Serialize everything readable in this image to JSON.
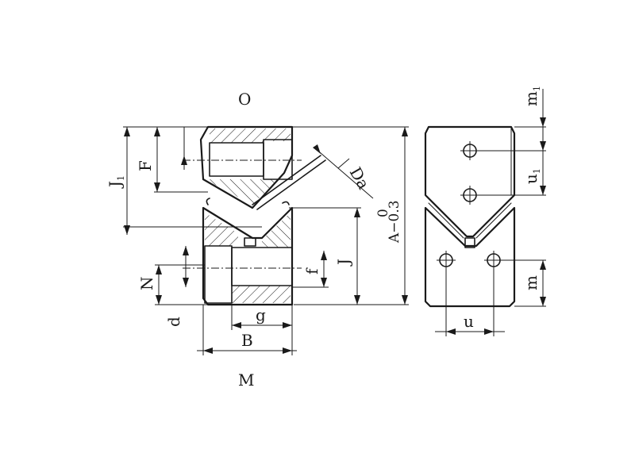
{
  "labels": {
    "O": "O",
    "J1": "J",
    "J1_sub": "1",
    "F": "F",
    "Da": "Da",
    "A_tol_upper": "0",
    "A_tol_lower": "A−0.3",
    "J": "J",
    "f": "f",
    "N": "N",
    "d": "d",
    "g": "g",
    "B": "B",
    "M": "M",
    "m1": "m",
    "m1_sub": "1",
    "u1": "u",
    "u1_sub": "1",
    "m": "m",
    "u": "u"
  }
}
